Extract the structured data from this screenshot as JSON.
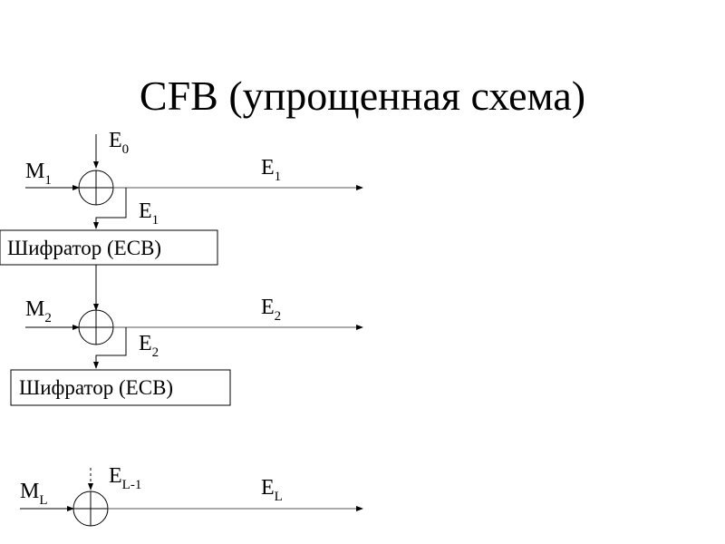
{
  "slide": {
    "title": "CFB (упрощенная схема)"
  },
  "stage1": {
    "input_main": "M",
    "input_sub": "1",
    "feedback_main": "E",
    "feedback_sub": "0",
    "output_main": "E",
    "output_sub": "1",
    "forward_main": "E",
    "forward_sub": "1",
    "cipher_box": "Шифратор (ECB)"
  },
  "stage2": {
    "input_main": "M",
    "input_sub": "2",
    "output_main": "E",
    "output_sub": "2",
    "forward_main": "E",
    "forward_sub": "2",
    "cipher_box": "Шифратор (ECB)"
  },
  "stageL": {
    "input_main": "M",
    "input_sub": "L",
    "feedback_main": "E",
    "feedback_sub": "L-1",
    "output_main": "E",
    "output_sub": "L"
  },
  "colors": {
    "line": "#000000",
    "background": "#ffffff"
  }
}
